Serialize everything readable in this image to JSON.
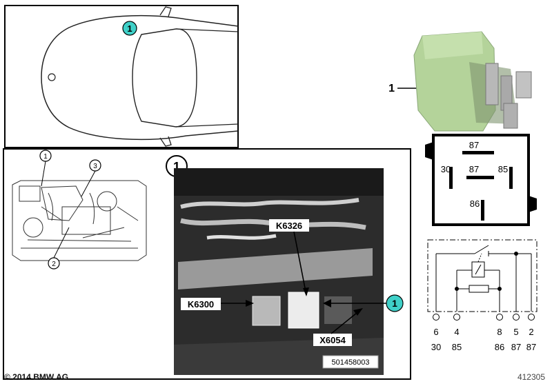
{
  "callouts": {
    "car_marker": "1",
    "engine_1": "1",
    "engine_2": "2",
    "engine_3": "3",
    "photo_view": "1",
    "photo_marker": "1",
    "relay_part": "1"
  },
  "photo_labels": {
    "k6326": "K6326",
    "k6300": "K6300",
    "x6054": "X6054",
    "photo_id": "501458003"
  },
  "relay_pins": {
    "top": "87",
    "left": "30",
    "center": "87",
    "right": "85",
    "bottom": "86"
  },
  "schematic": {
    "pins_top": [
      "6",
      "4",
      "8",
      "5",
      "2"
    ],
    "pins_bottom": [
      "30",
      "85",
      "86",
      "87",
      "87"
    ]
  },
  "footer": {
    "copyright": "© 2014 BMW AG",
    "doc_number": "412305"
  },
  "colors": {
    "callout_fill": "#3fd0c8",
    "relay_green": "#b4d39a",
    "photo_dark": "#2c2c2c"
  }
}
